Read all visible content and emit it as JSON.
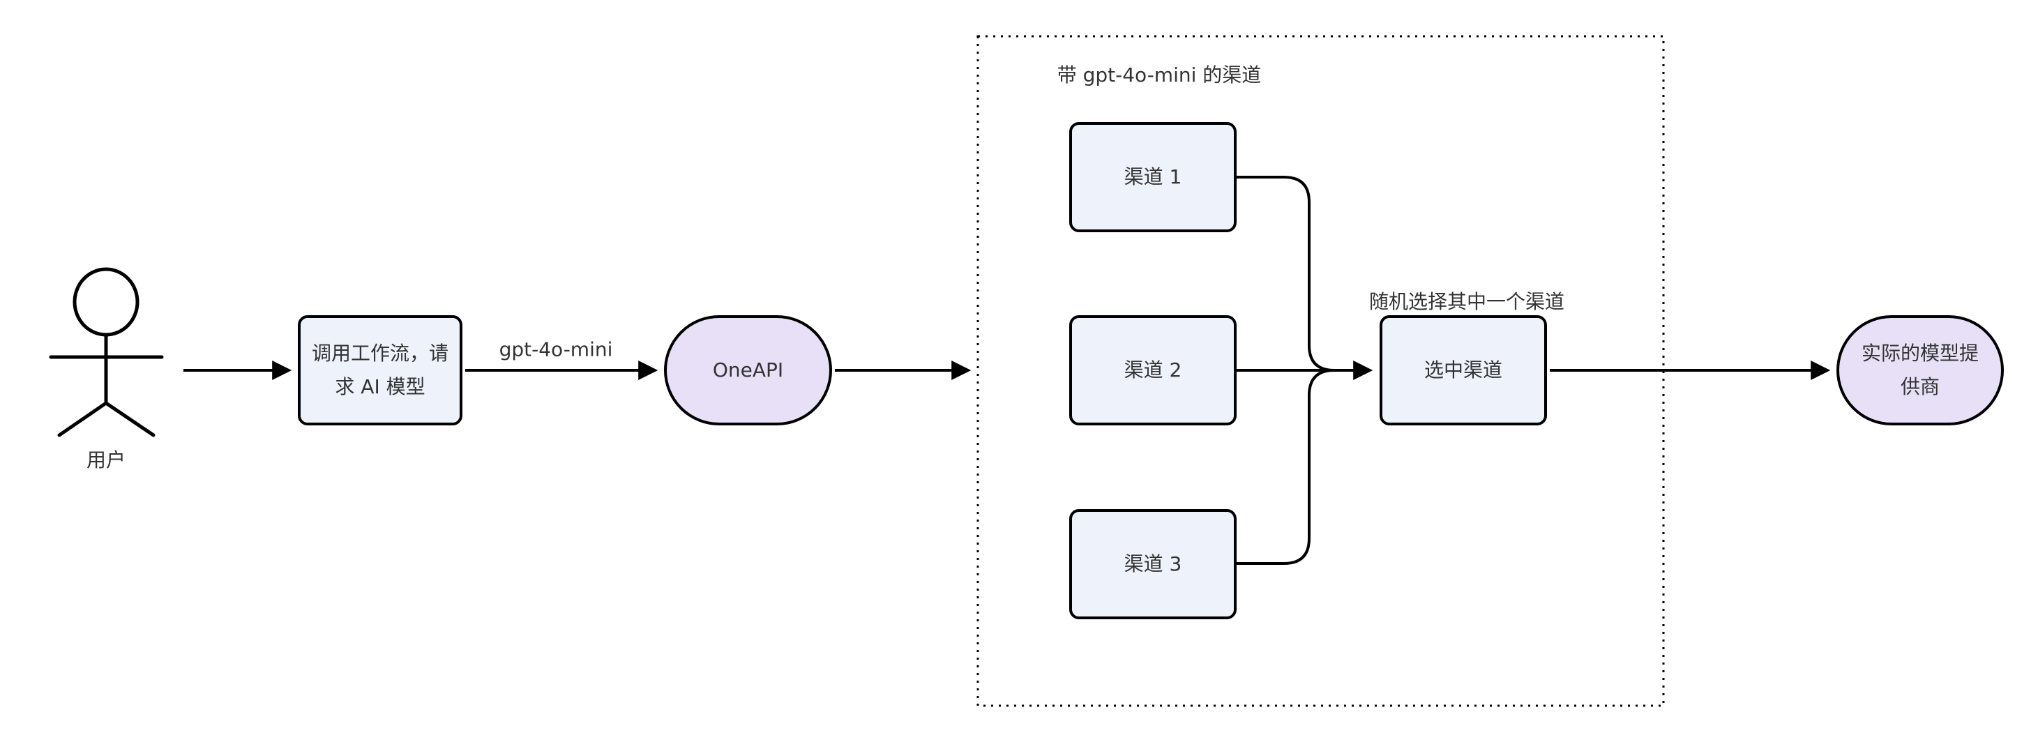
{
  "diagram": {
    "actor": {
      "label": "用户"
    },
    "nodes": {
      "workflow": {
        "label": "调用工作流，请求 AI 模型"
      },
      "oneapi": {
        "label": "OneAPI"
      },
      "channel1": {
        "label": "渠道 1"
      },
      "channel2": {
        "label": "渠道 2"
      },
      "channel3": {
        "label": "渠道 3"
      },
      "selected": {
        "label": "选中渠道"
      },
      "provider": {
        "label": "实际的模型提供商"
      }
    },
    "subgraph": {
      "title": "带 gpt-4o-mini 的渠道"
    },
    "edge_labels": {
      "model": "gpt-4o-mini",
      "random_pick": "随机选择其中一个渠道"
    },
    "colors": {
      "background": "#ffffff",
      "stroke": "#000000",
      "text": "#333333",
      "box_fill": "#edf2fb",
      "stadium_fill": "#e7e0f7"
    }
  }
}
